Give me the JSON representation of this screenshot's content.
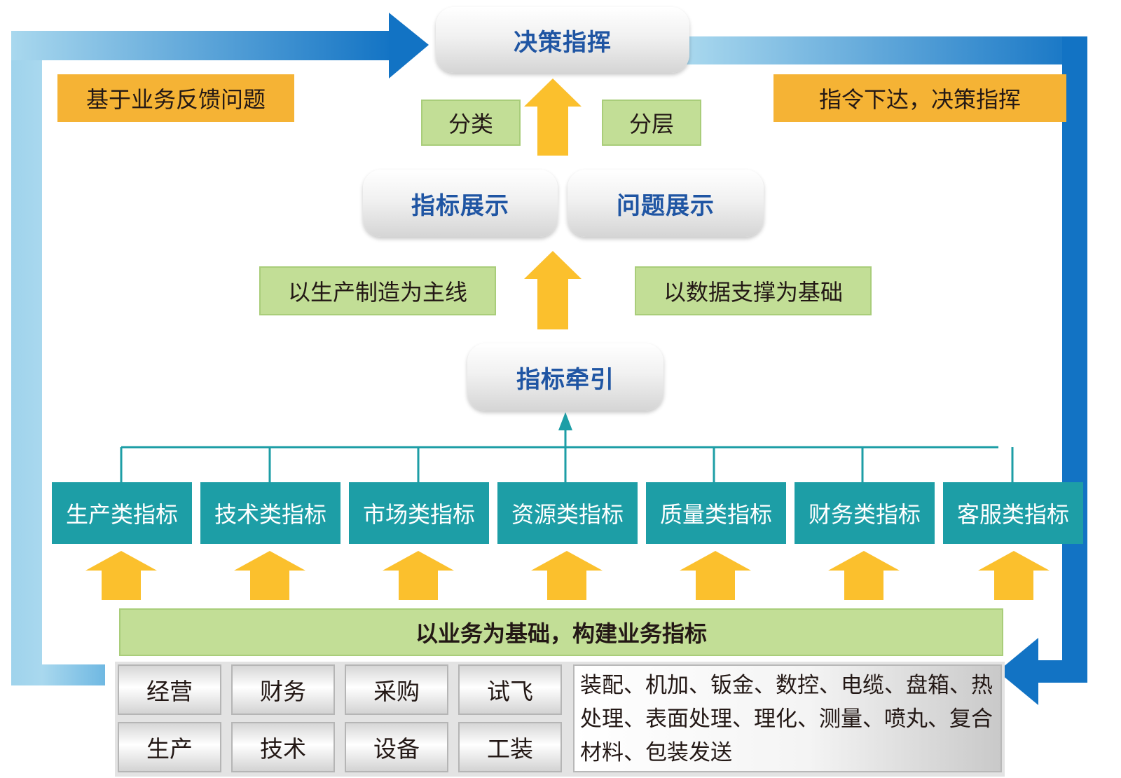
{
  "top": {
    "decision": "决策指挥"
  },
  "left_note": "基于业务反馈问题",
  "right_note": "指令下达，决策指挥",
  "tags_top": {
    "classify": "分类",
    "layer": "分层"
  },
  "middle": {
    "indicator_show": "指标展示",
    "problem_show": "问题展示"
  },
  "tags_mid": {
    "left": "以生产制造为主线",
    "right": "以数据支撑为基础"
  },
  "traction": "指标牵引",
  "categories": [
    "生产类指标",
    "技术类指标",
    "市场类指标",
    "资源类指标",
    "质量类指标",
    "财务类指标",
    "客服类指标"
  ],
  "banner": "以业务为基础，构建业务指标",
  "business": [
    "经营",
    "财务",
    "采购",
    "试飞",
    "生产",
    "技术",
    "设备",
    "工装"
  ],
  "processes": "装配、机加、钣金、数控、电缆、盘箱、热处理、表面处理、理化、测量、喷丸、复合材料、包装发送",
  "colors": {
    "pill_text": "#1f55a3",
    "orange": "#f5b335",
    "green": "#c2de96",
    "teal": "#1d9ea6",
    "arrow_yellow": "#fbc02d",
    "blue_dark": "#1273c4",
    "blue_light": "#a9d8ee"
  }
}
